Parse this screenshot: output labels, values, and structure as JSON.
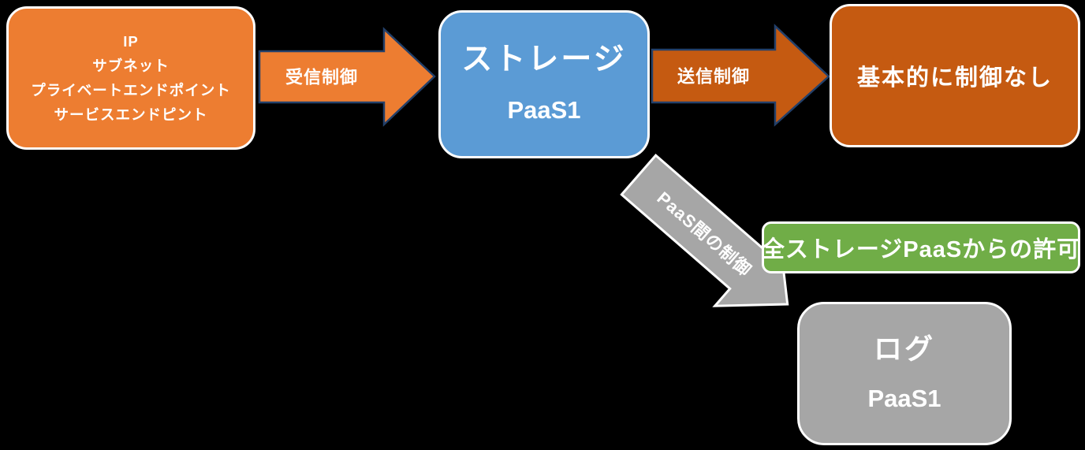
{
  "diagram": {
    "background_color": "#000000",
    "nodes": {
      "source": {
        "lines": [
          "IP",
          "サブネット",
          "プライベートエンドポイント",
          "サービスエンドピント"
        ],
        "fill": "#ED7D31",
        "border": "#FFFFFF"
      },
      "storage": {
        "title": "ストレージ",
        "subtitle": "PaaS1",
        "fill": "#5B9BD5",
        "border": "#FFFFFF"
      },
      "no_control": {
        "label": "基本的に制御なし",
        "fill": "#C55A11",
        "border": "#FFFFFF"
      },
      "allow": {
        "label": "全ストレージPaaSからの許可",
        "fill": "#70AD47",
        "border": "#FFFFFF"
      },
      "log": {
        "title": "ログ",
        "subtitle": "PaaS1",
        "fill": "#A6A6A6",
        "border": "#FFFFFF"
      }
    },
    "arrows": {
      "inbound": {
        "label": "受信制御",
        "fill": "#ED7D31",
        "border": "#23406A",
        "direction": "right"
      },
      "outbound": {
        "label": "送信制御",
        "fill": "#C55A11",
        "border": "#23406A",
        "direction": "right"
      },
      "paas": {
        "label": "PaaS間の制御",
        "fill": "#A6A6A6",
        "border": "#FFFFFF",
        "direction": "down-right"
      }
    }
  }
}
